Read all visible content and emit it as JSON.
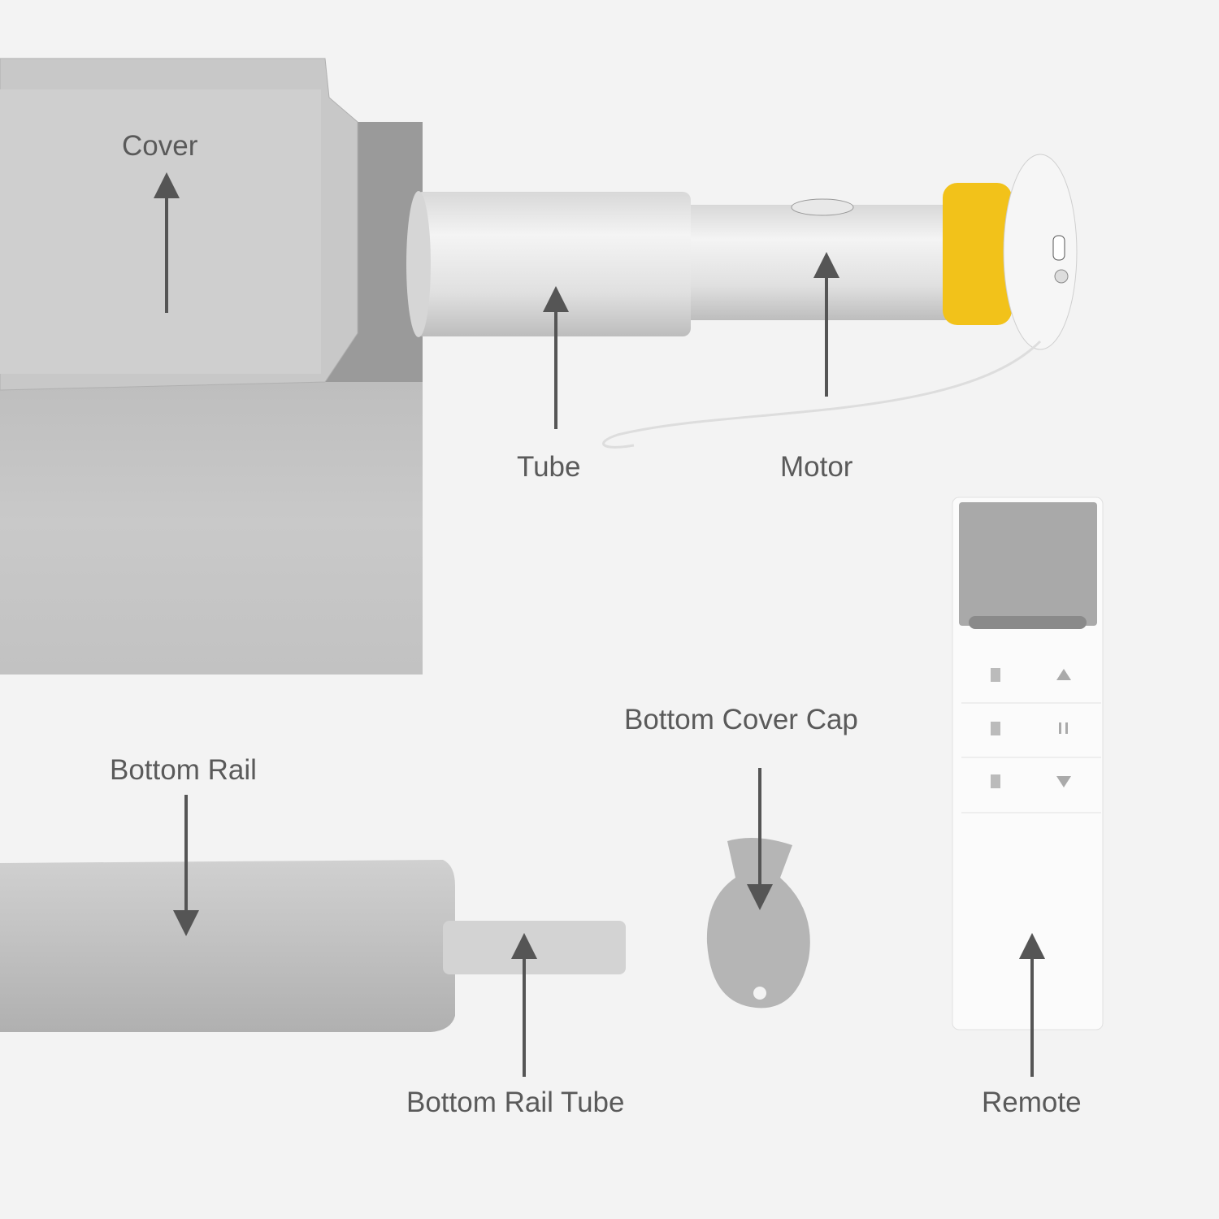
{
  "labels": {
    "cover": "Cover",
    "tube": "Tube",
    "motor": "Motor",
    "bottom_rail": "Bottom Rail",
    "bottom_cover_cap": "Bottom Cover Cap",
    "bottom_rail_tube": "Bottom Rail Tube",
    "remote": "Remote"
  },
  "colors": {
    "label_text": "#5a5a5a",
    "arrow": "#555555",
    "motor_ring": "#f2c21a",
    "background": "#f3f3f3"
  }
}
